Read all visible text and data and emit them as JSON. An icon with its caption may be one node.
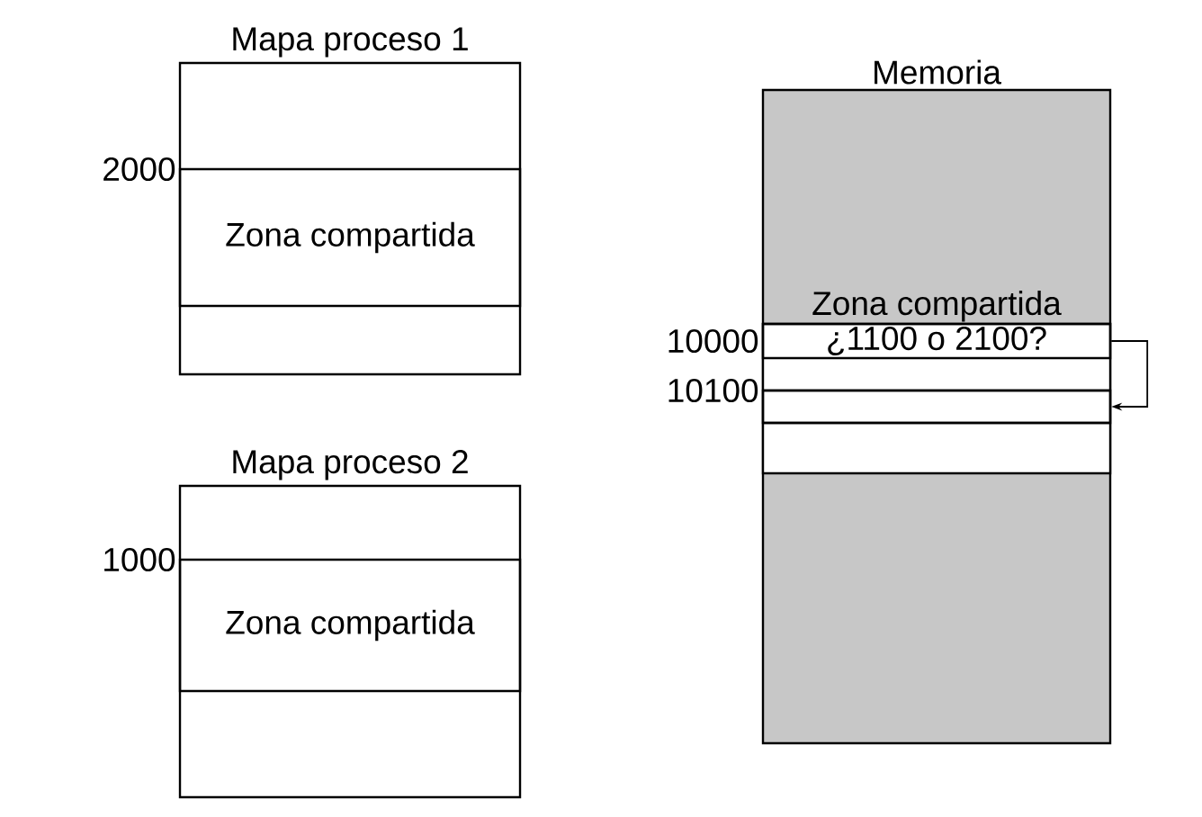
{
  "diagram": {
    "nodes": [
      {
        "text": [
          "Mapa proceso 1"
        ]
      },
      {
        "text": [
          "Zona compartida"
        ],
        "in": 0,
        "beside": [
          "2000"
        ]
      },
      {
        "text": [
          "Mapa proceso 2"
        ]
      },
      {
        "text": [
          "Zona compartida"
        ],
        "in": 2,
        "beside": [
          "1000"
        ]
      },
      {
        "text": [
          "Memoria"
        ]
      },
      {
        "text": [
          "Zona compartida",
          "¿1100 o 2100?"
        ],
        "in": 4,
        "beside": [
          "10000"
        ]
      },
      {
        "text": [],
        "shape": "box",
        "in": 4,
        "beside": [
          "10100"
        ]
      }
    ],
    "edges": [
      {
        "from": 5,
        "to": 6,
        "arrow": "to"
      }
    ]
  }
}
